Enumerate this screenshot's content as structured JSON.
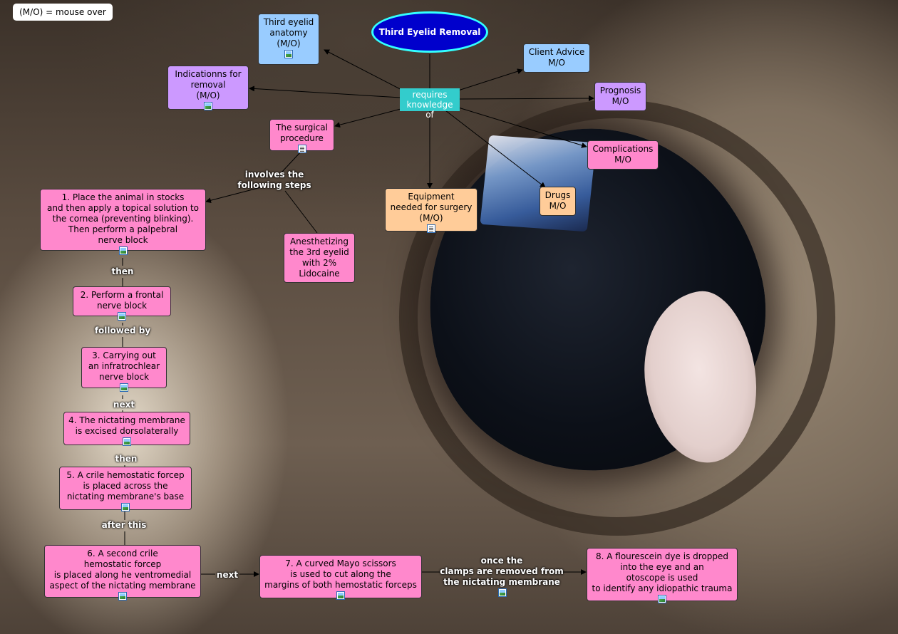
{
  "note": "(M/O) = mouse over",
  "root": "Third Eyelid Removal",
  "hub": "requires\nknowledge of",
  "nodes": {
    "anatomy": "Third eyelid\nanatomy\n(M/O)",
    "indications": "Indicationns for\nremoval\n(M/O)",
    "client_advice": "Client Advice\nM/O",
    "prognosis": "Prognosis\nM/O",
    "complications": "Complications\nM/O",
    "surgical_procedure": "The surgical\nprocedure",
    "drugs": "Drugs\nM/O",
    "equipment": "Equipment\nneeded for surgery\n(M/O)",
    "anesthetizing": "Anesthetizing\nthe 3rd eyelid\nwith 2%\nLidocaine",
    "step1": "1. Place the animal in stocks\nand then apply a topical solution to\nthe cornea (preventing blinking).\nThen perform a palpebral\nnerve block",
    "step2": "2. Perform a frontal\nnerve block",
    "step3": "3. Carrying out\nan infratrochlear\nnerve block",
    "step4": "4. The nictating membrane\nis excised dorsolaterally",
    "step5": "5. A crile hemostatic forcep\nis placed across the\nnictating membrane's base",
    "step6": "6. A second crile\nhemostatic forcep\nis placed along he ventromedial\naspect of the nictating membrane",
    "step7": "7. A curved Mayo scissors\nis used to cut along the\nmargins of both hemostatic forceps",
    "step8": "8. A flourescein dye is dropped\ninto the eye and an\notoscope is used\nto identify any idiopathic trauma"
  },
  "links": {
    "involves": "involves the\nfollowing steps",
    "then1": "then",
    "followed_by": "followed by",
    "next1": "next",
    "then2": "then",
    "after_this": "after this",
    "next2": "next",
    "once": "once the\nclamps are removed from\nthe nictating membrane"
  },
  "colors": {
    "step_pink": "#ff88cc",
    "info_blue": "#99ccff",
    "info_purple": "#cc99ff",
    "equipment_orange": "#ffcc99",
    "hub_teal": "#33cccc",
    "root_fill": "#0000cc",
    "root_border": "#33ffff"
  },
  "icons": {
    "image_resource": "image-icon",
    "document_resource": "document-icon"
  }
}
